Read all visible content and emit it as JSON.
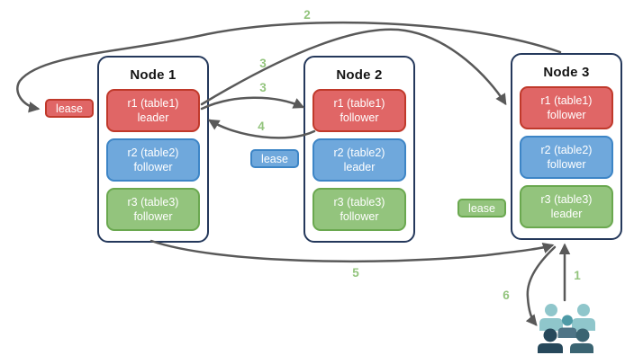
{
  "diagram": {
    "nodes": [
      {
        "title": "Node 1",
        "replicas": [
          {
            "name": "r1 (table1)",
            "role": "leader",
            "color": "red"
          },
          {
            "name": "r2 (table2)",
            "role": "follower",
            "color": "blue"
          },
          {
            "name": "r3 (table3)",
            "role": "follower",
            "color": "green"
          }
        ]
      },
      {
        "title": "Node 2",
        "replicas": [
          {
            "name": "r1 (table1)",
            "role": "follower",
            "color": "red"
          },
          {
            "name": "r2 (table2)",
            "role": "leader",
            "color": "blue"
          },
          {
            "name": "r3 (table3)",
            "role": "follower",
            "color": "green"
          }
        ]
      },
      {
        "title": "Node 3",
        "replicas": [
          {
            "name": "r1 (table1)",
            "role": "follower",
            "color": "red"
          },
          {
            "name": "r2 (table2)",
            "role": "follower",
            "color": "blue"
          },
          {
            "name": "r3 (table3)",
            "role": "leader",
            "color": "green"
          }
        ]
      }
    ],
    "leases": [
      {
        "text": "lease",
        "color": "red"
      },
      {
        "text": "lease",
        "color": "blue"
      },
      {
        "text": "lease",
        "color": "green"
      }
    ],
    "step_labels": {
      "s1": "1",
      "s2": "2",
      "s3a": "3",
      "s3b": "3",
      "s4": "4",
      "s5": "5",
      "s6": "6"
    },
    "icons": {
      "users": "user-group-icon"
    },
    "colors": {
      "red_fill": "#E06666",
      "red_border": "#C0392B",
      "blue_fill": "#6FA8DC",
      "blue_border": "#3D85C6",
      "green_fill": "#93C47D",
      "green_border": "#6AA84F",
      "node_border": "#24385B",
      "arrow": "#595959",
      "step_number": "#93C47D",
      "users_light": "#8FC6CB",
      "users_mid_head": "#4E9AA6",
      "users_mid_body": "#4E7486",
      "users_dark_left": "#26485B",
      "users_dark_right": "#3A6472"
    }
  }
}
